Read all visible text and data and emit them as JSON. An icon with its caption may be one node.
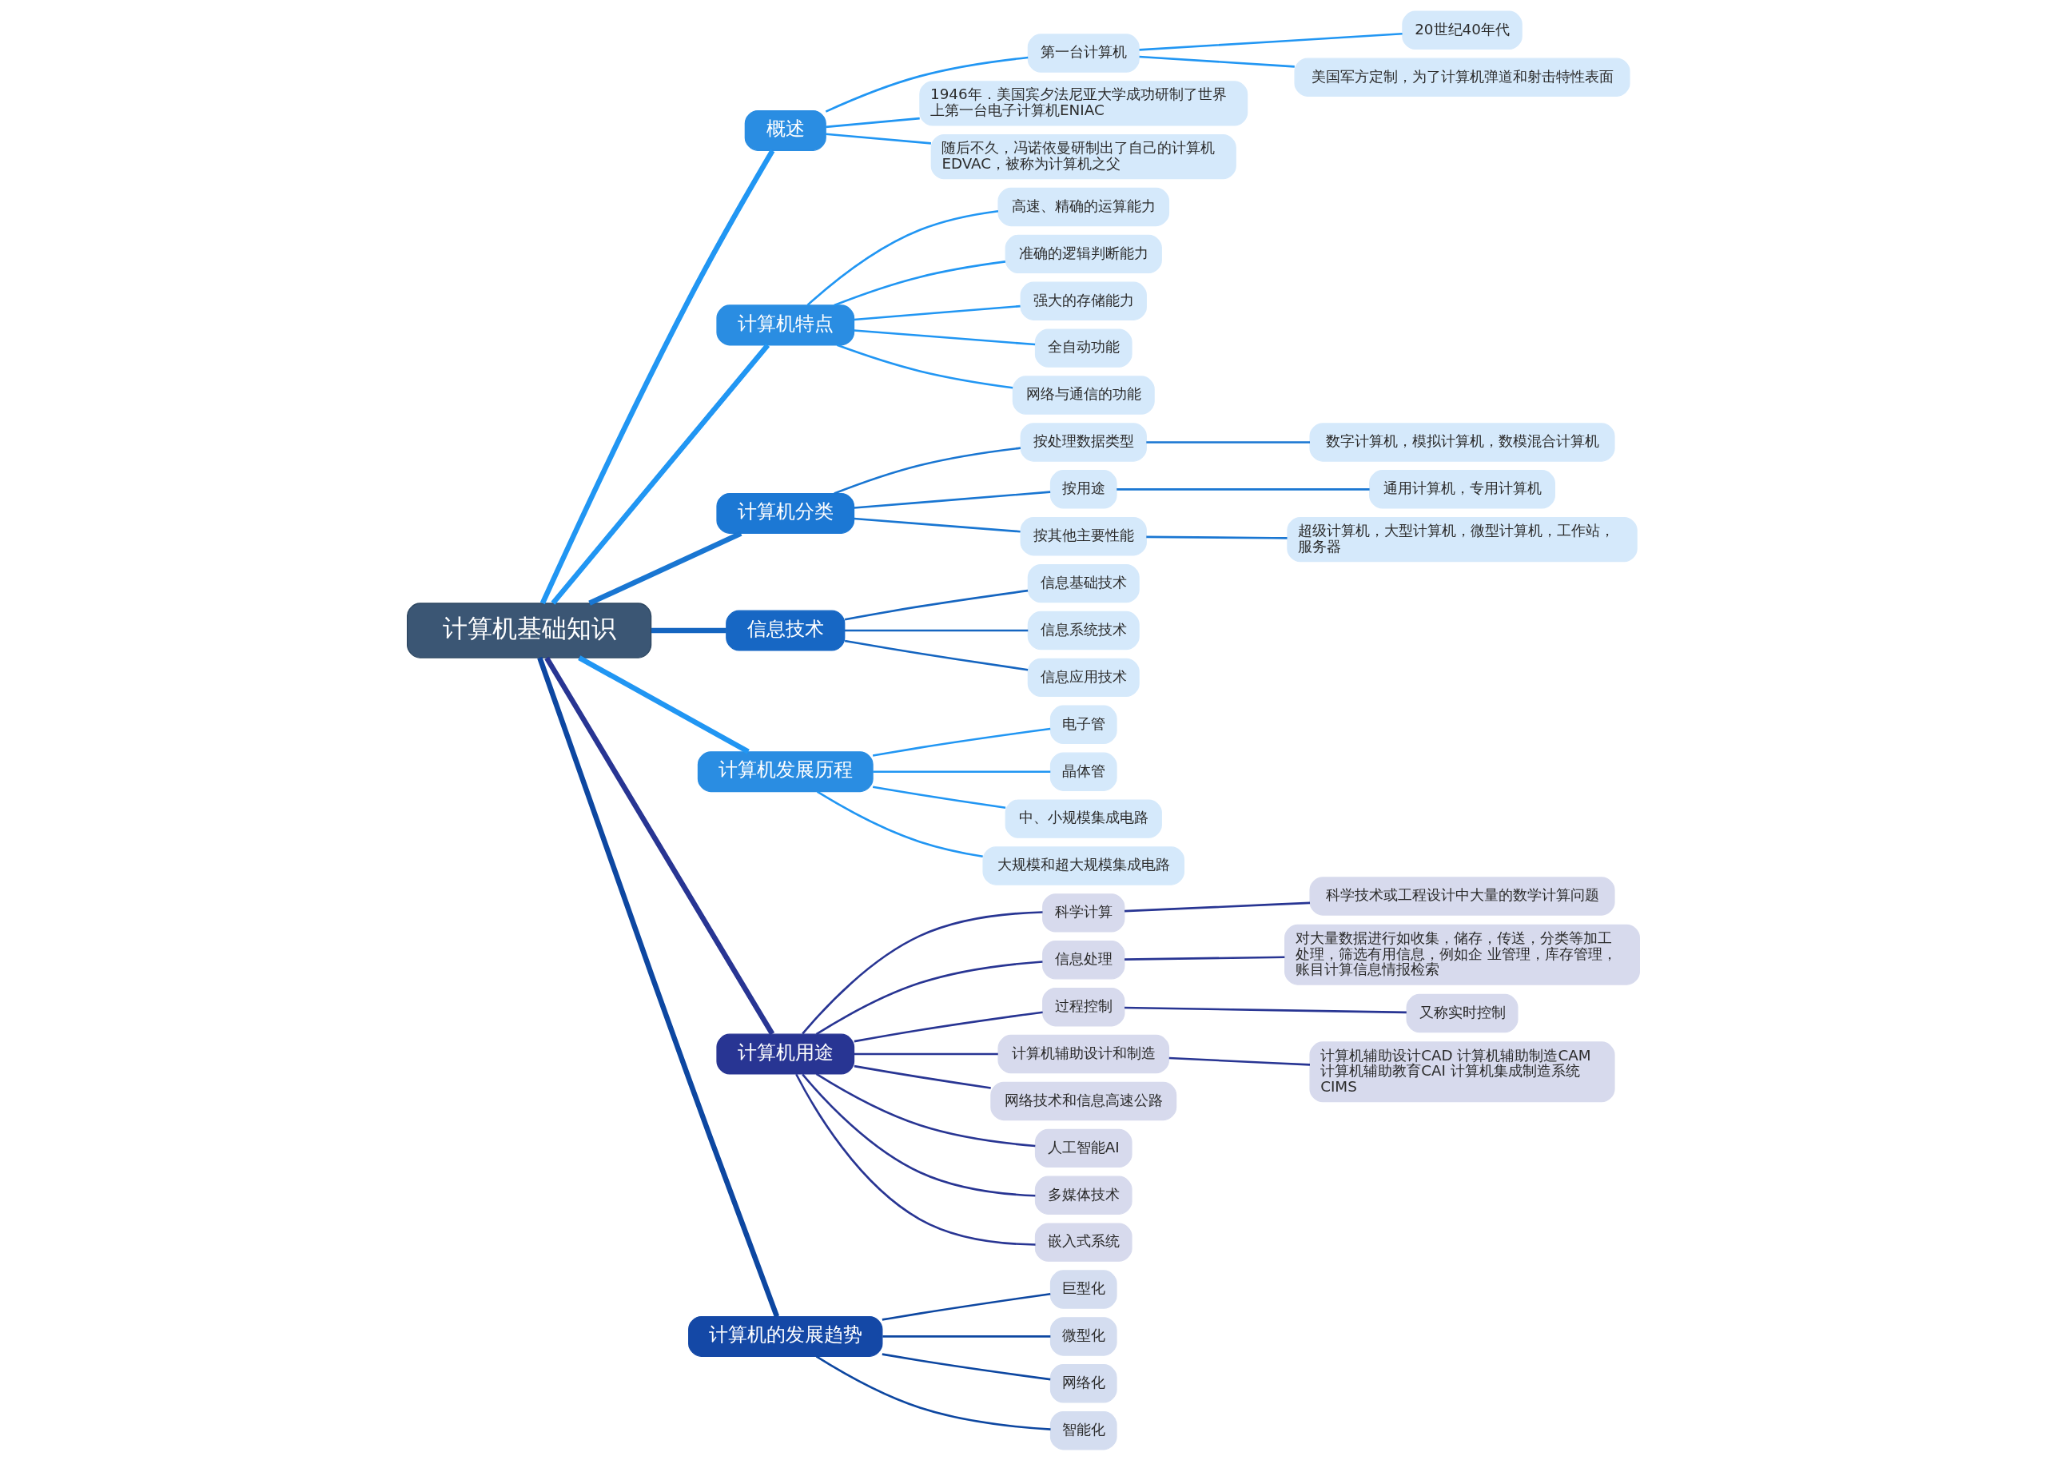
{
  "diagram": {
    "nodes": [
      {
        "text": [
          "计算机基础知识"
        ]
      },
      {
        "text": [
          "概述"
        ]
      },
      {
        "text": [
          "第一台计算机"
        ]
      },
      {
        "text": [
          "20世纪40年代"
        ]
      },
      {
        "text": [
          "美国军方定制，为了计算机弹道和射击特性表面"
        ]
      },
      {
        "text": [
          "1946年．美国宾夕法尼亚大学成功研制了世界上第一台电子计算机ENIAC"
        ]
      },
      {
        "text": [
          "随后不久，冯诺依曼研制出了自己的计算机EDVAC，被称为计算机之父"
        ]
      },
      {
        "text": [
          "计算机特点"
        ]
      },
      {
        "text": [
          "高速、精确的运算能力"
        ]
      },
      {
        "text": [
          "准确的逻辑判断能力"
        ]
      },
      {
        "text": [
          "强大的存储能力"
        ]
      },
      {
        "text": [
          "全自动功能"
        ]
      },
      {
        "text": [
          "网络与通信的功能"
        ]
      },
      {
        "text": [
          "计算机分类"
        ]
      },
      {
        "text": [
          "按处理数据类型"
        ]
      },
      {
        "text": [
          "数字计算机，模拟计算机，数模混合计算机"
        ]
      },
      {
        "text": [
          "按用途"
        ]
      },
      {
        "text": [
          "通用计算机，专用计算机"
        ]
      },
      {
        "text": [
          "按其他主要性能"
        ]
      },
      {
        "text": [
          "超级计算机，大型计算机，微型计算机，工作站，服务器"
        ]
      },
      {
        "text": [
          "信息技术"
        ]
      },
      {
        "text": [
          "信息基础技术"
        ]
      },
      {
        "text": [
          "信息系统技术"
        ]
      },
      {
        "text": [
          "信息应用技术"
        ]
      },
      {
        "text": [
          "计算机发展历程"
        ]
      },
      {
        "text": [
          "电子管"
        ]
      },
      {
        "text": [
          "晶体管"
        ]
      },
      {
        "text": [
          "中、小规模集成电路"
        ]
      },
      {
        "text": [
          "大规模和超大规模集成电路"
        ]
      },
      {
        "text": [
          "计算机用途"
        ]
      },
      {
        "text": [
          "科学计算"
        ]
      },
      {
        "text": [
          "科学技术或工程设计中大量的数学计算问题"
        ]
      },
      {
        "text": [
          "信息处理"
        ]
      },
      {
        "text": [
          "对大量数据进行如收集，储存，传送，分类等加工处理，筛选有用信息，例如企 业管理，库存管理，账目计算信息情报检索"
        ]
      },
      {
        "text": [
          "过程控制"
        ]
      },
      {
        "text": [
          "又称实时控制"
        ]
      },
      {
        "text": [
          "计算机辅助设计和制造"
        ]
      },
      {
        "text": [
          "计算机辅助设计CAD 计算机辅助制造CAM 计算机辅助教育CAI 计算机集成制造系统 CIMS"
        ]
      },
      {
        "text": [
          "网络技术和信息高速公路"
        ]
      },
      {
        "text": [
          "人工智能AI"
        ]
      },
      {
        "text": [
          "多媒体技术"
        ]
      },
      {
        "text": [
          "嵌入式系统"
        ]
      },
      {
        "text": [
          "计算机的发展趋势"
        ]
      },
      {
        "text": [
          "巨型化"
        ]
      },
      {
        "text": [
          "微型化"
        ]
      },
      {
        "text": [
          "网络化"
        ]
      },
      {
        "text": [
          "智能化"
        ]
      }
    ],
    "edges": [
      {
        "from": 0,
        "to": 1,
        "arrow": "none",
        "style": "thick"
      },
      {
        "from": 1,
        "to": 2,
        "arrow": "none"
      },
      {
        "from": 2,
        "to": 3,
        "arrow": "none"
      },
      {
        "from": 2,
        "to": 4,
        "arrow": "none"
      },
      {
        "from": 1,
        "to": 5,
        "arrow": "none"
      },
      {
        "from": 1,
        "to": 6,
        "arrow": "none"
      },
      {
        "from": 0,
        "to": 7,
        "arrow": "none",
        "style": "thick"
      },
      {
        "from": 7,
        "to": 8,
        "arrow": "none"
      },
      {
        "from": 7,
        "to": 9,
        "arrow": "none"
      },
      {
        "from": 7,
        "to": 10,
        "arrow": "none"
      },
      {
        "from": 7,
        "to": 11,
        "arrow": "none"
      },
      {
        "from": 7,
        "to": 12,
        "arrow": "none"
      },
      {
        "from": 0,
        "to": 13,
        "arrow": "none",
        "style": "thick",
        "color": "#1976d2"
      },
      {
        "from": 13,
        "to": 14,
        "arrow": "none",
        "color": "#1976d2"
      },
      {
        "from": 14,
        "to": 15,
        "arrow": "none",
        "color": "#1976d2"
      },
      {
        "from": 13,
        "to": 16,
        "arrow": "none",
        "color": "#1976d2"
      },
      {
        "from": 16,
        "to": 17,
        "arrow": "none",
        "color": "#1976d2"
      },
      {
        "from": 13,
        "to": 18,
        "arrow": "none",
        "color": "#1976d2"
      },
      {
        "from": 18,
        "to": 19,
        "arrow": "none",
        "color": "#1976d2"
      },
      {
        "from": 0,
        "to": 20,
        "arrow": "none",
        "style": "thick",
        "color": "#1565c0"
      },
      {
        "from": 20,
        "to": 21,
        "arrow": "none",
        "color": "#1565c0"
      },
      {
        "from": 20,
        "to": 22,
        "arrow": "none",
        "color": "#1565c0"
      },
      {
        "from": 20,
        "to": 23,
        "arrow": "none",
        "color": "#1565c0"
      },
      {
        "from": 0,
        "to": 24,
        "arrow": "none",
        "style": "thick"
      },
      {
        "from": 24,
        "to": 25,
        "arrow": "none"
      },
      {
        "from": 24,
        "to": 26,
        "arrow": "none"
      },
      {
        "from": 24,
        "to": 27,
        "arrow": "none"
      },
      {
        "from": 24,
        "to": 28,
        "arrow": "none"
      },
      {
        "from": 0,
        "to": 29,
        "arrow": "none",
        "style": "thick",
        "color": "#283593"
      },
      {
        "from": 29,
        "to": 30,
        "arrow": "none",
        "color": "#283593"
      },
      {
        "from": 30,
        "to": 31,
        "arrow": "none",
        "color": "#283593"
      },
      {
        "from": 29,
        "to": 32,
        "arrow": "none",
        "color": "#283593"
      },
      {
        "from": 32,
        "to": 33,
        "arrow": "none",
        "color": "#283593"
      },
      {
        "from": 29,
        "to": 34,
        "arrow": "none",
        "color": "#283593"
      },
      {
        "from": 34,
        "to": 35,
        "arrow": "none",
        "color": "#283593"
      },
      {
        "from": 29,
        "to": 36,
        "arrow": "none",
        "color": "#283593"
      },
      {
        "from": 36,
        "to": 37,
        "arrow": "none",
        "color": "#283593"
      },
      {
        "from": 29,
        "to": 38,
        "arrow": "none",
        "color": "#283593"
      },
      {
        "from": 29,
        "to": 39,
        "arrow": "none",
        "color": "#283593"
      },
      {
        "from": 29,
        "to": 40,
        "arrow": "none",
        "color": "#283593"
      },
      {
        "from": 29,
        "to": 41,
        "arrow": "none",
        "color": "#283593"
      },
      {
        "from": 0,
        "to": 42,
        "arrow": "none",
        "style": "thick",
        "color": "#0d47a1"
      },
      {
        "from": 42,
        "to": 43,
        "arrow": "none",
        "color": "#0d47a1"
      },
      {
        "from": 42,
        "to": 44,
        "arrow": "none",
        "color": "#0d47a1"
      },
      {
        "from": 42,
        "to": 45,
        "arrow": "none",
        "color": "#0d47a1"
      },
      {
        "from": 42,
        "to": 46,
        "arrow": "none",
        "color": "#0d47a1"
      }
    ]
  }
}
